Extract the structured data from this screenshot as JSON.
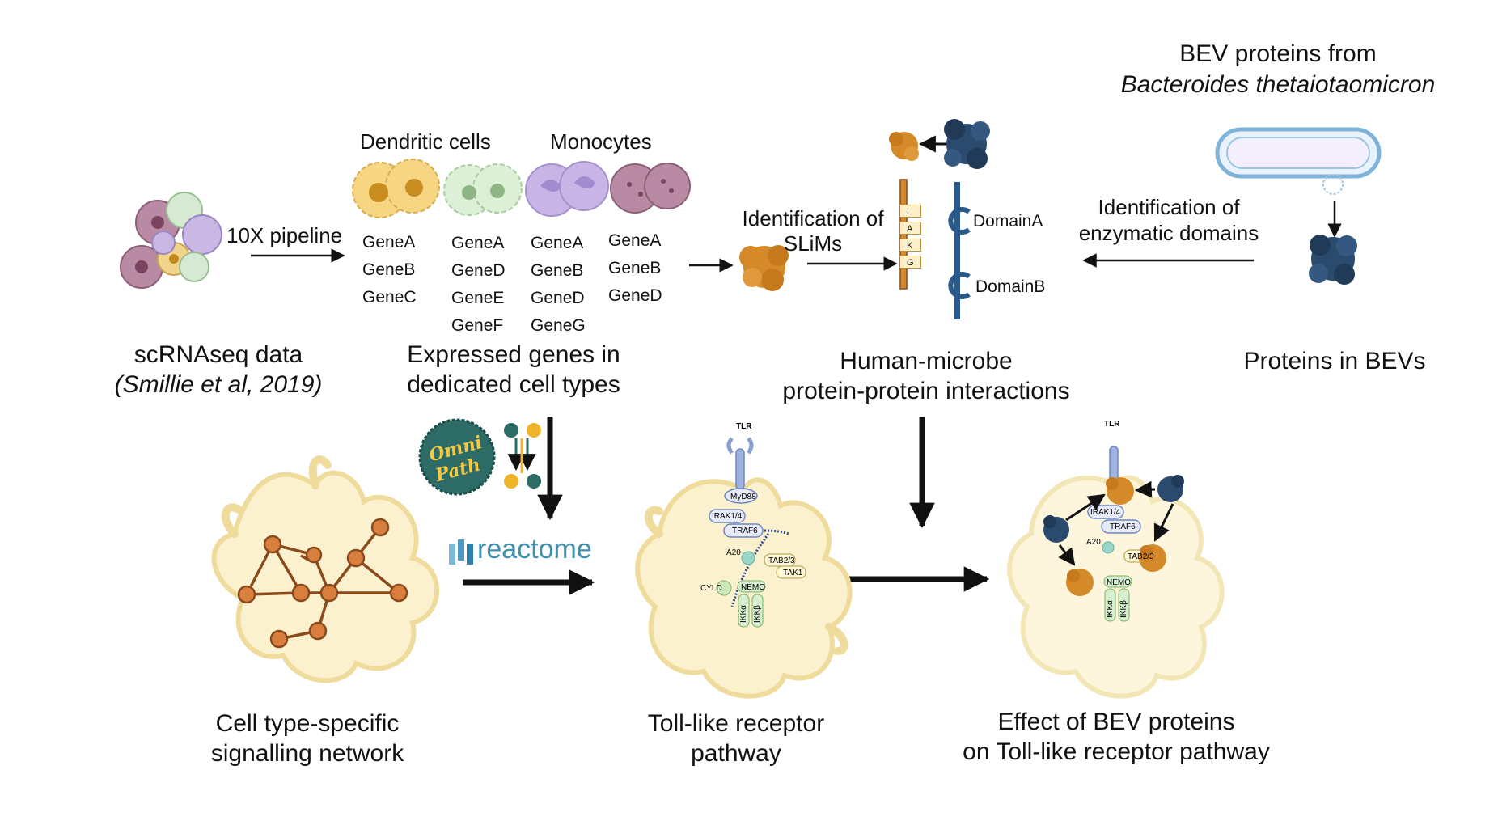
{
  "top": {
    "scrnaseq": {
      "title": "scRNAseq data",
      "citation": "(Smillie et al, 2019)"
    },
    "pipeline_label": "10X pipeline",
    "dendritic_header": "Dendritic cells",
    "monocytes_header": "Monocytes",
    "gene_columns": [
      [
        "GeneA",
        "GeneB",
        "GeneC"
      ],
      [
        "GeneA",
        "GeneD",
        "GeneE",
        "GeneF"
      ],
      [
        "GeneA",
        "GeneB",
        "GeneD",
        "GeneG"
      ],
      [
        "GeneA",
        "GeneB",
        "GeneD"
      ]
    ],
    "expressed_caption": [
      "Expressed genes in",
      "dedicated cell types"
    ],
    "slims_label": [
      "Identification of",
      "SLiMs"
    ],
    "motif_letters": [
      "L",
      "A",
      "K",
      "G"
    ],
    "domains": [
      "DomainA",
      "DomainB"
    ],
    "hmppi_caption": [
      "Human-microbe",
      "protein-protein interactions"
    ],
    "enzymatic_label": [
      "Identification of",
      "enzymatic domains"
    ],
    "bev_title": [
      "BEV proteins from",
      "Bacteroides thetaiotaomicron"
    ],
    "bev_caption": "Proteins in BEVs"
  },
  "bottom": {
    "network_caption": [
      "Cell type-specific",
      "signalling network"
    ],
    "omnipath_text": [
      "Omni",
      "Path"
    ],
    "reactome_text": "reactome",
    "tlr_caption": [
      "Toll-like receptor",
      "pathway"
    ],
    "effect_caption": [
      "Effect of BEV proteins",
      "on Toll-like receptor pathway"
    ],
    "pathway_labels": {
      "tlr": "TLR",
      "myd88": "MyD88",
      "irak": "IRAK1/4",
      "traf6": "TRAF6",
      "a20": "A20",
      "tab23": "TAB2/3",
      "tak1": "TAK1",
      "cyld": "CYLD",
      "nemo": "NEMO",
      "ikka": "IKKα",
      "ikkb": "IKKβ"
    }
  },
  "colors": {
    "cell_fill": "#fbf1cf",
    "cell_edge": "#efdc9c",
    "network_node": "#d97f3e",
    "network_edge": "#8a4a1c",
    "human_protein": "#d58a2a",
    "bev_protein": "#2a4a6e",
    "reactome": "#3f8fb0",
    "omnipath": "#2d6b66",
    "arrow": "#111111"
  }
}
